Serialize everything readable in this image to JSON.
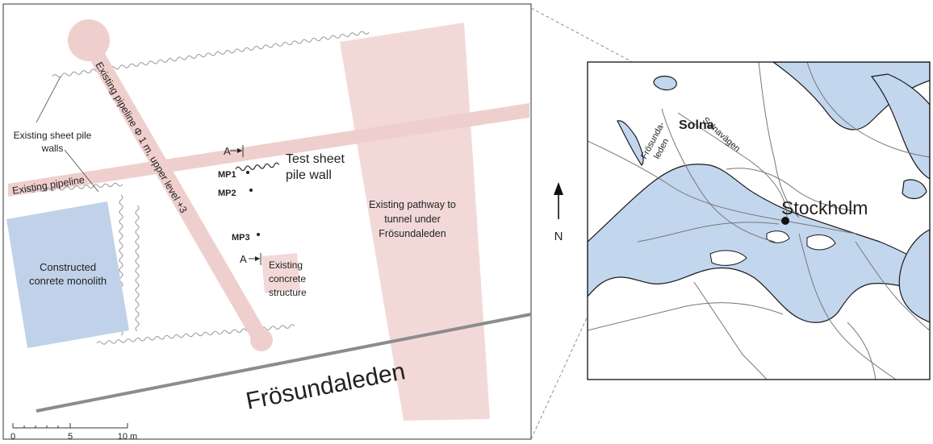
{
  "site_plan": {
    "labels": {
      "sheet_pile_walls": [
        "Existing sheet pile",
        "walls"
      ],
      "pipeline_diag": "Existing pipeline Φ 1 m, upper level +3",
      "pipeline_horiz": "Existing pipeline",
      "section_top": "A",
      "section_bottom": "A",
      "test_wall": [
        "Test sheet",
        "pile wall"
      ],
      "mp1": "MP1",
      "mp2": "MP2",
      "mp3": "MP3",
      "monolith": [
        "Constructed",
        "conrete monolith"
      ],
      "concrete_structure": [
        "Existing",
        "concrete",
        "structure"
      ],
      "pathway": [
        "Existing pathway to",
        "tunnel under",
        "Frösundaleden"
      ],
      "road": "Frösundaleden"
    },
    "scale_bar": {
      "ticks": [
        "0",
        "5",
        "10 m"
      ]
    },
    "colors": {
      "pink": "#f2d9d8",
      "pipe": "#efcfcd",
      "blue": "#c0d2ea",
      "road": "#8c8c8c"
    }
  },
  "locator_map": {
    "labels": {
      "solna": "Solna",
      "frosunda": [
        "Frösunda-",
        "leden"
      ],
      "solnavagen": "Solnavägen",
      "stockholm": "Stockholm",
      "north": "N"
    },
    "colors": {
      "water": "#c2d6ee",
      "roads": "#777777"
    }
  }
}
